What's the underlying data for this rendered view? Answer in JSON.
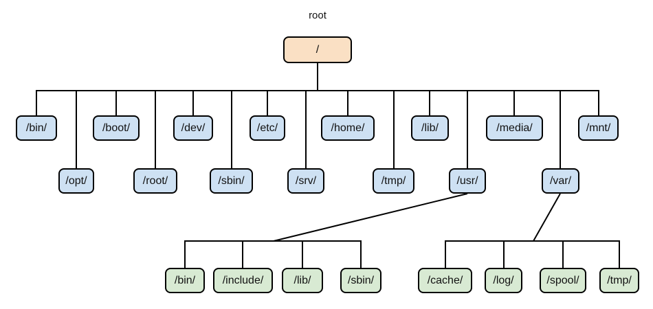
{
  "diagram": {
    "root_label": "root",
    "root_node": "/",
    "colors": {
      "root_fill": "#FAE0C4",
      "dir_fill": "#CEE1F3",
      "subdir_fill": "#D8EAD3",
      "border": "#000000",
      "line": "#000000"
    },
    "level1_upper": [
      "/bin/",
      "/boot/",
      "/dev/",
      "/etc/",
      "/home/",
      "/lib/",
      "/media/",
      "/mnt/"
    ],
    "level1_lower": [
      "/opt/",
      "/root/",
      "/sbin/",
      "/srv/",
      "/tmp/",
      "/usr/",
      "/var/"
    ],
    "usr_children": [
      "/bin/",
      "/include/",
      "/lib/",
      "/sbin/"
    ],
    "var_children": [
      "/cache/",
      "/log/",
      "/spool/",
      "/tmp/"
    ]
  }
}
